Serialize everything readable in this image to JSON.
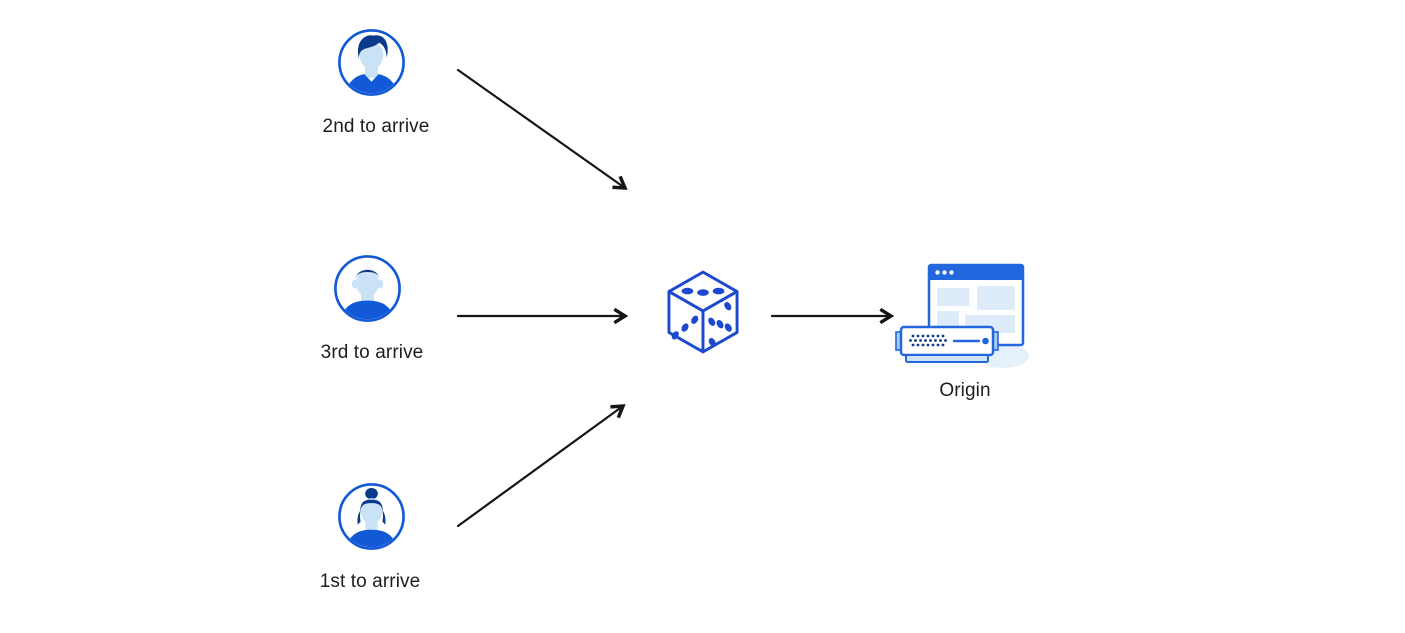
{
  "diagram": {
    "visitors": [
      {
        "id": "visitor-2nd",
        "label": "2nd to arrive",
        "icon": "man-swept-hair-avatar"
      },
      {
        "id": "visitor-3rd",
        "label": "3rd to arrive",
        "icon": "man-short-hair-avatar"
      },
      {
        "id": "visitor-1st",
        "label": "1st to arrive",
        "icon": "woman-bun-avatar"
      }
    ],
    "selector": {
      "id": "random-selector",
      "icon": "dice-icon"
    },
    "origin": {
      "label": "Origin",
      "icon": "origin-server-icon"
    },
    "arrows": [
      {
        "from": "visitor-2nd",
        "to": "random-selector"
      },
      {
        "from": "visitor-3rd",
        "to": "random-selector"
      },
      {
        "from": "visitor-1st",
        "to": "random-selector"
      },
      {
        "from": "random-selector",
        "to": "origin"
      }
    ],
    "colors": {
      "outline_blue": "#1159d6",
      "shirt_blue": "#1159d6",
      "dark_blue": "#0b3a8c",
      "light_blue": "#c9e2f6",
      "dice_blue": "#1d49cf",
      "window_blue": "#2267de",
      "panel_light_blue": "#deebf8",
      "server_tab_blue": "#a9cdf1",
      "server_base_blue": "#cfe3f7",
      "arrow_black": "#161616",
      "text": "#1d1d1f"
    }
  }
}
